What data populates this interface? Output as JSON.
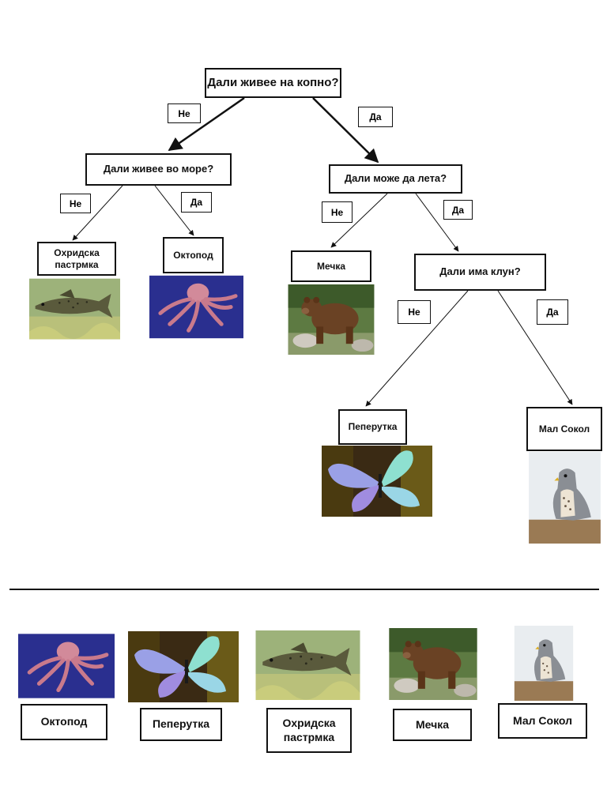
{
  "tree": {
    "root": "Дали живее на копно?",
    "q_sea": "Дали живее во море?",
    "q_fly": "Дали може да лета?",
    "q_beak": "Дали има клун?",
    "edge_labels": {
      "no": "Не",
      "yes": "Да"
    },
    "leaves": {
      "trout": "Охридска пастрмка",
      "octopus": "Октопод",
      "bear": "Мечка",
      "butterfly": "Пеперутка",
      "falcon": "Мал Сокол"
    }
  },
  "cards": [
    {
      "key": "octopus",
      "label": "Октопод"
    },
    {
      "key": "butterfly",
      "label": "Пеперутка"
    },
    {
      "key": "trout",
      "label": "Охридска пастрмка"
    },
    {
      "key": "bear",
      "label": "Мечка"
    },
    {
      "key": "falcon",
      "label": "Мал Сокол"
    }
  ],
  "colors": {
    "line": "#111111",
    "octopus_bg": "#2a2f8f",
    "trout_bg": "#8aa46a"
  }
}
